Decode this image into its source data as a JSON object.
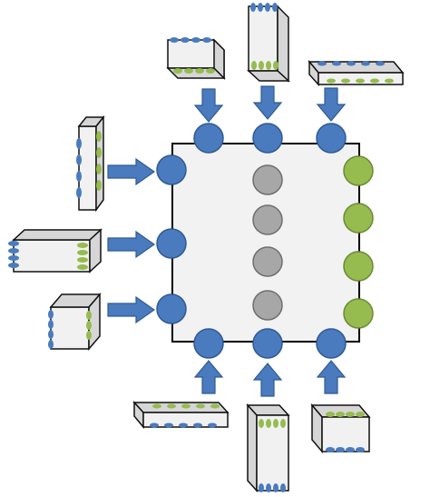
{
  "diagram": {
    "description_text": "",
    "colors": {
      "port_blue": "#4a7bbf",
      "port_blue_stroke": "#2f5a93",
      "port_green": "#96bb4f",
      "port_green_stroke": "#6c8a35",
      "internal_gray": "#a7a7a7",
      "internal_gray_stroke": "#6e6e6e",
      "arrow_fill": "#4a7bbf",
      "arrow_stroke": "#2f5a93",
      "block_face": "#f1f1f1",
      "block_side": "#d6d6d6",
      "block_stroke": "#111111",
      "box_fill": "#f2f2f2",
      "box_stroke": "#000000"
    },
    "counts": {
      "top_ports": 3,
      "left_ports": 3,
      "bottom_ports": 3,
      "right_ports": 4,
      "internal_nodes": 4,
      "attached_blocks": 9
    },
    "icons": [
      "arrow-right-icon",
      "arrow-down-icon",
      "arrow-up-icon"
    ]
  }
}
